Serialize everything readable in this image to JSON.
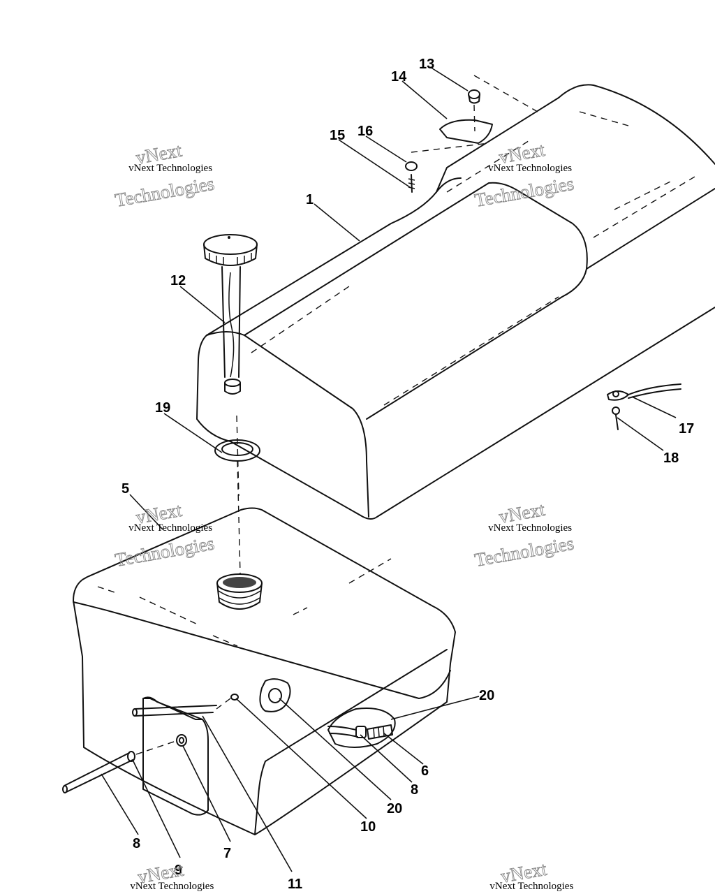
{
  "watermark": {
    "line_small": "vNext Technologies",
    "line_big_1": "vNext",
    "line_big_2": "Technologies"
  },
  "callouts": {
    "c1": "1",
    "c5": "5",
    "c6": "6",
    "c7": "7",
    "c8a": "8",
    "c8b": "8",
    "c9": "9",
    "c10": "10",
    "c11": "11",
    "c12": "12",
    "c13": "13",
    "c14": "14",
    "c15": "15",
    "c16": "16",
    "c17": "17",
    "c18": "18",
    "c19": "19",
    "c20a": "20",
    "c20b": "20"
  }
}
